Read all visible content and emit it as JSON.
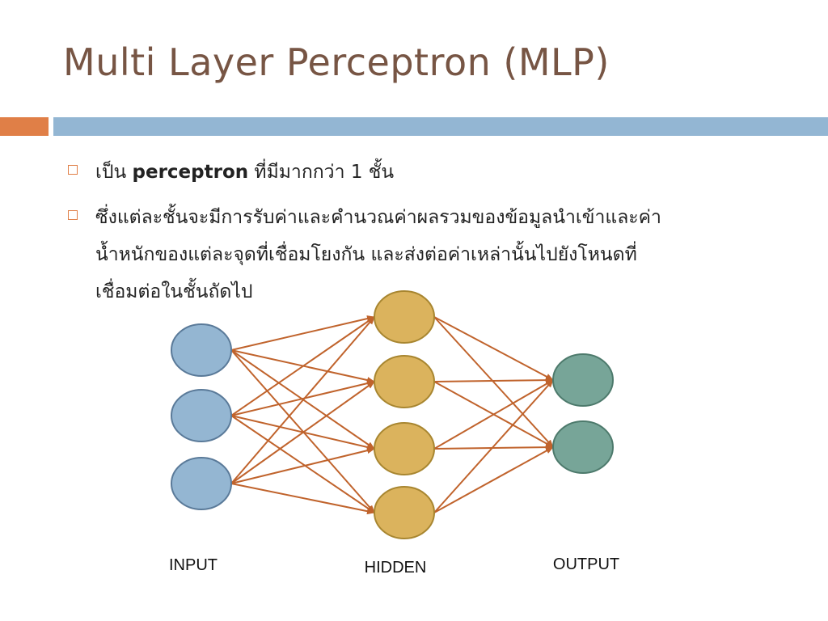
{
  "slide": {
    "title": "Multi Layer Perceptron (MLP)",
    "bullets": [
      {
        "prefix": "เป็น ",
        "bold": "perceptron",
        "suffix": " ที่มีมากกว่า 1 ชั้น"
      },
      {
        "lines": [
          "ซึ่งแต่ละชั้นจะมีการรับค่าและคำนวณค่าผลรวมของข้อมูลนำเข้าและค่า",
          "น้ำหนักของแต่ละจุดที่เชื่อมโยงกัน และส่งต่อค่าเหล่านั้นไปยังโหนดที่",
          "เชื่อมต่อในชั้นถัดไป"
        ]
      }
    ]
  },
  "diagram": {
    "layers": [
      {
        "label": "INPUT",
        "nodes": 3,
        "color": "#94b6d2",
        "stroke": "#5a7a99"
      },
      {
        "label": "HIDDEN",
        "nodes": 4,
        "color": "#dbb35d",
        "stroke": "#a88630"
      },
      {
        "label": "OUTPUT",
        "nodes": 2,
        "color": "#77a598",
        "stroke": "#4d7a6c"
      }
    ],
    "edge_color": "#c0632c",
    "accent_orange": "#e07f47",
    "accent_blue": "#93b6d3",
    "title_color": "#775544"
  }
}
